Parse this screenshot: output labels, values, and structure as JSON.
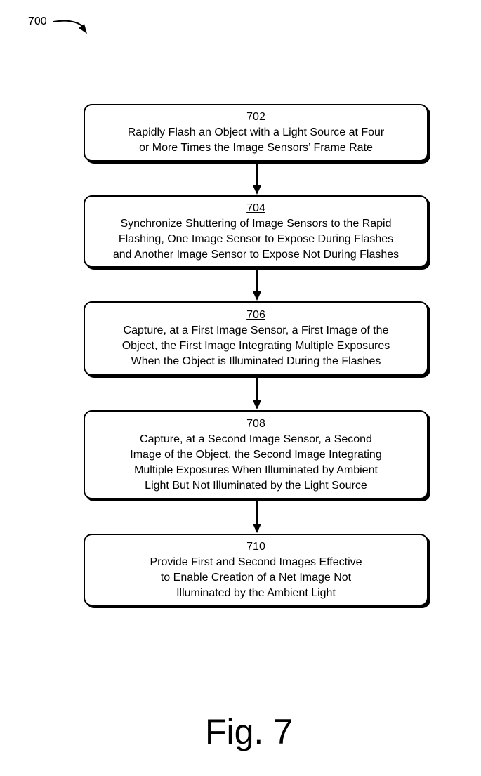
{
  "diagram": {
    "reference": "700",
    "steps": [
      {
        "id": "702",
        "lines": [
          "Rapidly Flash an Object with a Light Source at Four",
          "or More Times the Image Sensors’ Frame Rate"
        ]
      },
      {
        "id": "704",
        "lines": [
          "Synchronize Shuttering of Image Sensors to the Rapid",
          "Flashing, One Image Sensor to Expose During Flashes",
          "and Another Image Sensor to Expose Not During Flashes"
        ]
      },
      {
        "id": "706",
        "lines": [
          "Capture, at a First Image Sensor, a First Image of the",
          "Object, the First Image Integrating Multiple Exposures",
          "When the Object is Illuminated During the Flashes"
        ]
      },
      {
        "id": "708",
        "lines": [
          "Capture, at a Second Image Sensor, a Second",
          "Image of the Object, the Second Image Integrating",
          "Multiple Exposures When Illuminated by Ambient",
          "Light But Not Illuminated by the Light Source"
        ]
      },
      {
        "id": "710",
        "lines": [
          "Provide First and Second Images Effective",
          "to Enable Creation of a Net Image Not",
          "Illuminated by the Ambient Light"
        ]
      }
    ],
    "caption": "Fig. 7"
  }
}
